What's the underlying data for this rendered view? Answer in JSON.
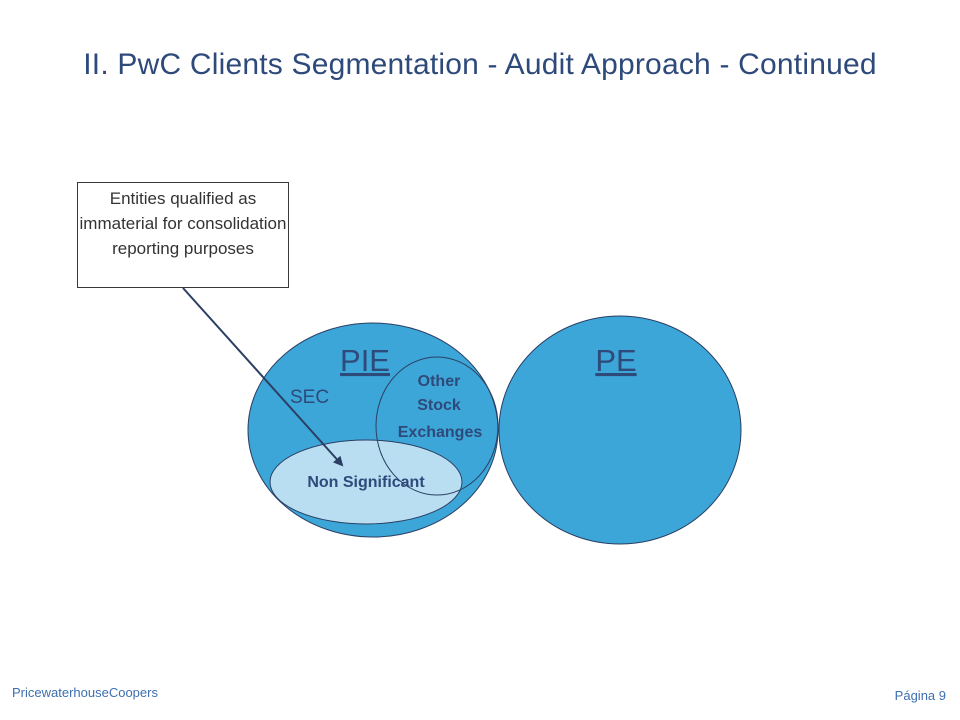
{
  "slide": {
    "title": "II. PwC Clients Segmentation - Audit Approach - Continued",
    "callout_text": "Entities qualified as immaterial for consolidation reporting purposes",
    "footer_company": "PricewaterhouseCoopers",
    "footer_page": "Página 9"
  },
  "diagram": {
    "pie_label": "PIE",
    "pe_label": "PE",
    "sec_label": "SEC",
    "other_exchanges_lines": [
      "Other",
      "Stock",
      "Exchanges"
    ],
    "non_significant_label": "Non Significant"
  },
  "colors": {
    "title": "#2e4a7a",
    "circle_fill": "#3da6d8",
    "ellipse_fill": "#b9def1",
    "outline": "#2a3f63",
    "label_dark": "#2e4a7a",
    "footer": "#3e6fb0"
  }
}
